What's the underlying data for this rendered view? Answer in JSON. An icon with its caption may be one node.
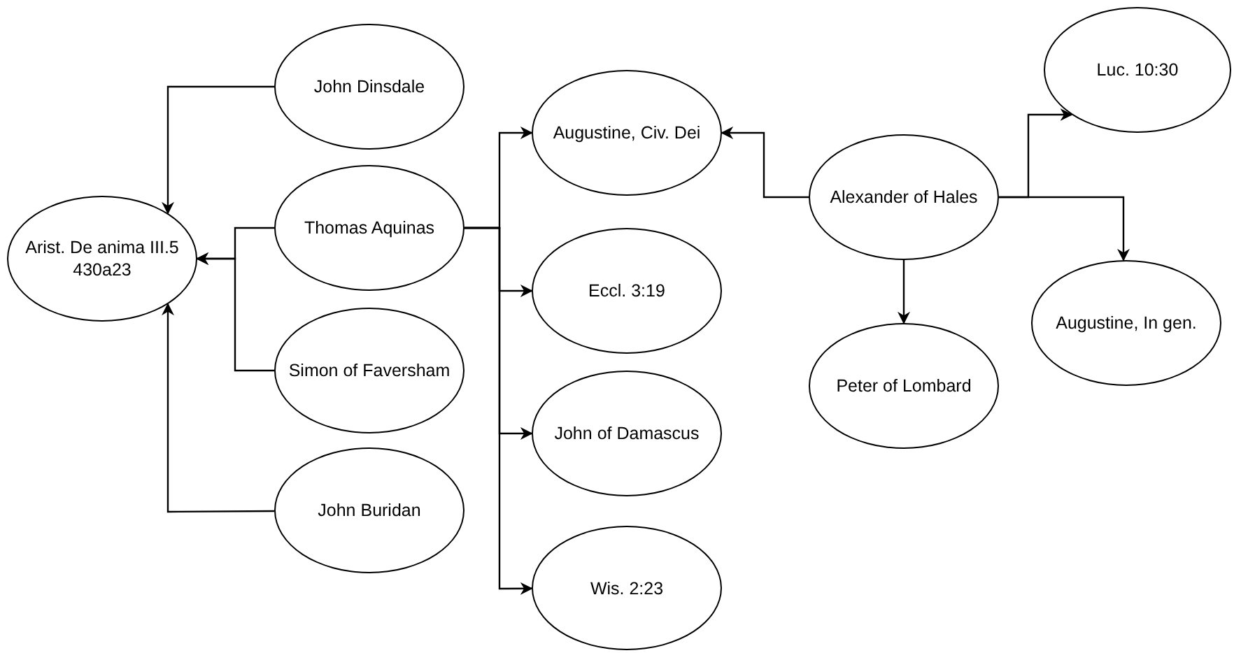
{
  "diagram": {
    "nodes": [
      {
        "text": [
          "Arist. De anima III.5 430a23"
        ]
      },
      {
        "text": [
          "John Dinsdale"
        ]
      },
      {
        "text": [
          "Thomas Aquinas"
        ]
      },
      {
        "text": [
          "Simon of Faversham"
        ]
      },
      {
        "text": [
          "John Buridan"
        ]
      },
      {
        "text": [
          "Augustine, Civ. Dei"
        ]
      },
      {
        "text": [
          "Eccl. 3:19"
        ]
      },
      {
        "text": [
          "John of Damascus"
        ]
      },
      {
        "text": [
          "Wis. 2:23"
        ]
      },
      {
        "text": [
          "Alexander of Hales"
        ]
      },
      {
        "text": [
          "Luc. 10:30"
        ]
      },
      {
        "text": [
          "Peter of Lombard"
        ]
      },
      {
        "text": [
          "Augustine, In gen."
        ]
      }
    ],
    "edges": [
      {
        "from": 1,
        "to": 0,
        "arrow": "to"
      },
      {
        "from": 2,
        "to": 0,
        "arrow": "to"
      },
      {
        "from": 3,
        "to": 0,
        "arrow": "to"
      },
      {
        "from": 4,
        "to": 0,
        "arrow": "to"
      },
      {
        "from": 2,
        "to": 5,
        "arrow": "to"
      },
      {
        "from": 2,
        "to": 6,
        "arrow": "to"
      },
      {
        "from": 2,
        "to": 7,
        "arrow": "to"
      },
      {
        "from": 2,
        "to": 8,
        "arrow": "to"
      },
      {
        "from": 9,
        "to": 5,
        "arrow": "to"
      },
      {
        "from": 9,
        "to": 10,
        "arrow": "to"
      },
      {
        "from": 9,
        "to": 12,
        "arrow": "to"
      },
      {
        "from": 9,
        "to": 11,
        "arrow": "to"
      }
    ]
  }
}
